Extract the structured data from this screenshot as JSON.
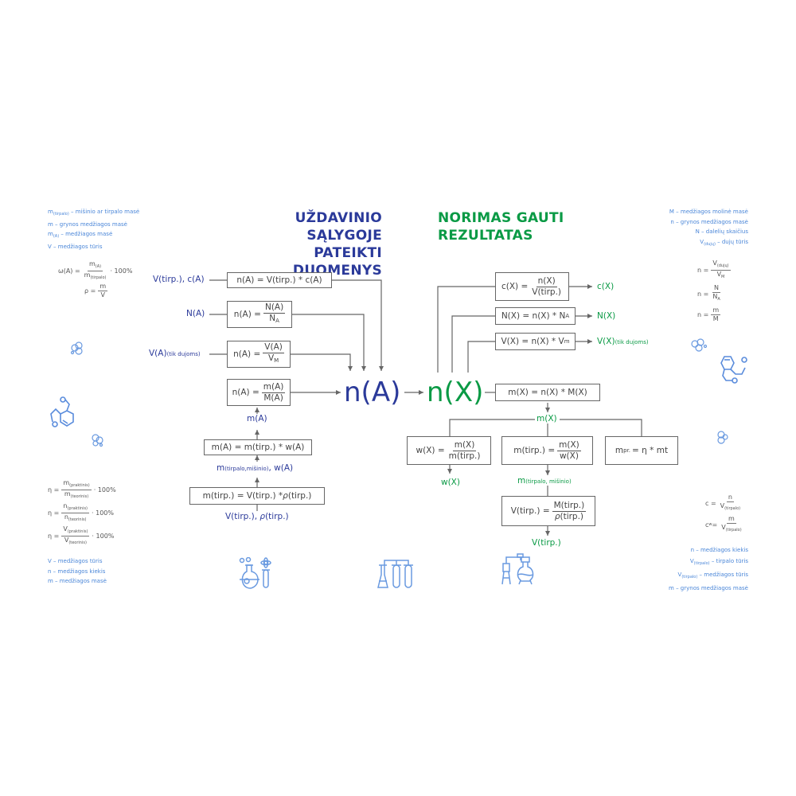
{
  "colors": {
    "given": "#2b3a9a",
    "result": "#0a9a45",
    "side_text": "#4a86d8",
    "box_border": "#666666"
  },
  "left_title": [
    "UŽDAVINIO SĄLYGOJE",
    "PATEIKTI DUOMENYS"
  ],
  "right_title": [
    "NORIMAS GAUTI",
    "REZULTATAS"
  ],
  "center": {
    "nA": "n(A)",
    "nX": "n(X)"
  },
  "given": {
    "row1": {
      "input": "V(tirp.), c(A)",
      "formula": "n(A) = V(tirp.) * c(A)"
    },
    "row2": {
      "input": "N(A)",
      "lhs": "n(A) =",
      "num": "N(A)",
      "den": "N",
      "den_sub": "A"
    },
    "row3": {
      "input": "V(A)",
      "input_sub": "(tik dujoms)",
      "lhs": "n(A) =",
      "num": "V(A)",
      "den": "V",
      "den_sub": "M"
    },
    "row4": {
      "lhs": "n(A) =",
      "num": "m(A)",
      "den": "M(A)"
    },
    "mA_label": "m(A)",
    "row5": {
      "formula": "m(A) = m(tirp.) * w(A)"
    },
    "mix_label": "m",
    "mix_label_sub": "(tirpalo,mišinio)",
    "mix_label_tail": ", w(A)",
    "row6": {
      "formula": "m(tirp.) = V(tirp.) * ",
      "rho": "ρ",
      "tail": "(tirp.)"
    },
    "bottom_label": "V(tirp.), ",
    "bottom_rho": "ρ",
    "bottom_tail": "(tirp.)"
  },
  "result": {
    "cX": {
      "lhs": "c(X) =",
      "num": "n(X)",
      "den": "V(tirp.)",
      "output": "c(X)"
    },
    "NX": {
      "formula": "N(X) = n(X) * N",
      "sub": "A",
      "output": "N(X)"
    },
    "VX": {
      "formula": "V(X) = n(X) * V",
      "sub": "m",
      "output": "V(X)",
      "output_sub": "(tik dujoms)"
    },
    "mX": {
      "formula": "m(X) = n(X) * M(X)",
      "label": "m(X)"
    },
    "wX": {
      "lhs": "w(X) =",
      "num": "m(X)",
      "den": "m(tirp.)",
      "output": "w(X)"
    },
    "mtirp": {
      "lhs": "m(tirp.) =",
      "num": "m(X)",
      "den": "w(X)",
      "output": "m",
      "output_sub": "(tirpalo, mišinio)"
    },
    "mpr": {
      "m": "m",
      "sub": "pr.",
      "rest": "= η * mt"
    },
    "Vtirp": {
      "lhs": "V(tirp.) =",
      "num": "M(tirp.)",
      "den_rho": "ρ",
      "den_tail": "(tirp.)",
      "output": "V(tirp.)"
    }
  },
  "side_top_left": {
    "legend": [
      {
        "sym": "m",
        "sub": "(tirpalo)",
        "text": " – mišinio ar tirpalo masė"
      },
      {
        "sym": "m",
        "sub": "",
        "text": " – grynos medžiagos masė"
      },
      {
        "sym": "m",
        "sub": "(A)",
        "text": " – medžiagos masė"
      },
      {
        "sym": "V",
        "sub": "",
        "text": " – medžiagos tūris"
      }
    ],
    "omega": {
      "lhs": "ω(A) =",
      "num": "m",
      "num_sub": "(A)",
      "den": "m",
      "den_sub": "(tirpalo)",
      "tail": "· 100%"
    },
    "rho": {
      "lhs": "ρ =",
      "num": "m",
      "den": "V"
    }
  },
  "side_bottom_left": {
    "eta": [
      {
        "lhs": "η =",
        "num": "m",
        "num_sub": "(praktinis)",
        "den": "m",
        "den_sub": "(teorinis)",
        "tail": "· 100%"
      },
      {
        "lhs": "η =",
        "num": "n",
        "num_sub": "(praktinis)",
        "den": "n",
        "den_sub": "(teorinis)",
        "tail": "· 100%"
      },
      {
        "lhs": "η =",
        "num": "V",
        "num_sub": "(praktinis)",
        "den": "V",
        "den_sub": "(teorinis)",
        "tail": "· 100%"
      }
    ],
    "legend": [
      "V – medžiagos tūris",
      "n – medžiagos kiekis",
      "m – medžiagos masė"
    ]
  },
  "side_top_right": {
    "legend": [
      {
        "sym": "M",
        "sub": "",
        "text": " – medžiagos molinė masė"
      },
      {
        "sym": "n",
        "sub": "",
        "text": " – grynos medžiagos masė"
      },
      {
        "sym": "N",
        "sub": "",
        "text": " – dalelių skaičius"
      },
      {
        "sym": "V",
        "sub": "(dujų)",
        "text": " – dujų tūris"
      }
    ],
    "formulas": [
      {
        "lhs": "n =",
        "num": "V",
        "num_sub": "(dujų)",
        "den": "V",
        "den_sub": "M"
      },
      {
        "lhs": "n =",
        "num": "N",
        "num_sub": "",
        "den": "N",
        "den_sub": "A"
      },
      {
        "lhs": "n =",
        "num": "m",
        "num_sub": "",
        "den": "M",
        "den_sub": ""
      }
    ]
  },
  "side_bottom_right": {
    "formulas": [
      {
        "lhs": "c =",
        "lhs_sub": "",
        "num": "n",
        "den": "V",
        "den_sub": "(tirpalo)"
      },
      {
        "lhs": "c",
        "lhs_sub": "w",
        "lhs_tail": " =",
        "num": "m",
        "den": "V",
        "den_sub": "(tirpalo)"
      }
    ],
    "legend": [
      {
        "sym": "n",
        "sub": "",
        "text": " – medžiagos kiekis"
      },
      {
        "sym": "V",
        "sub": "(tirpalo)",
        "text": " – tirpalo tūris"
      },
      {
        "sym": "V",
        "sub": "(tirpalo)",
        "text": " – medžiagos tūris"
      },
      {
        "sym": "m",
        "sub": "",
        "text": " – grynos medžiagos masė"
      }
    ]
  },
  "icons": [
    "molecule-icon",
    "flask-atom-icon",
    "test-tubes-icon",
    "distillation-icon"
  ]
}
